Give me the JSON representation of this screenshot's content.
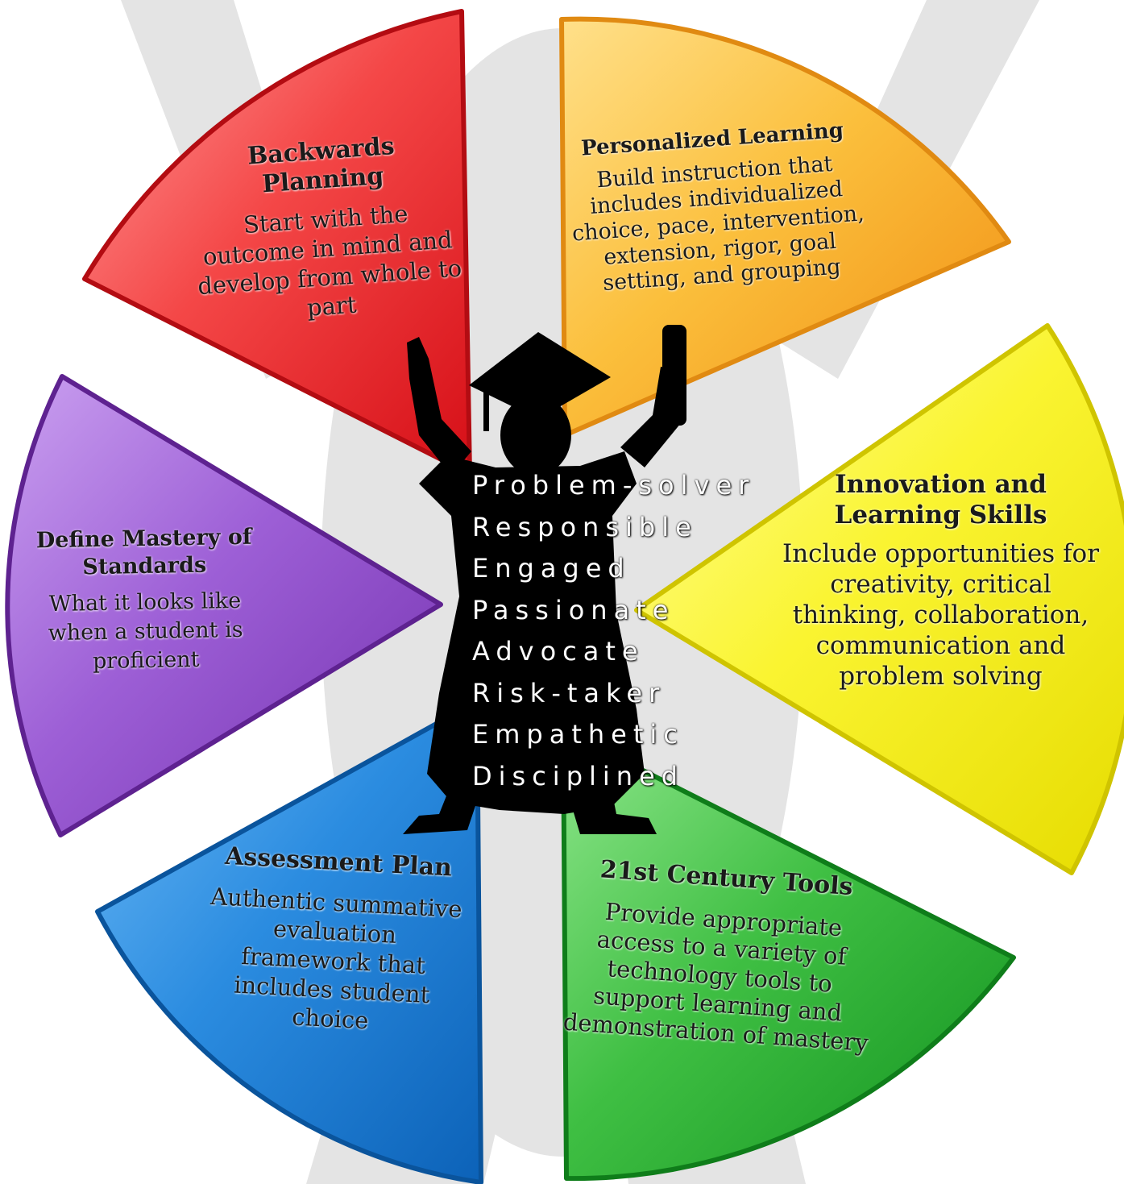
{
  "colors": {
    "red": "#ee1c24",
    "orange": "#f7a21b",
    "yellow": "#f5f000",
    "green": "#1faa2c",
    "blue": "#1377cf",
    "purple": "#8d45c9",
    "silhouette": "#000000",
    "background_figure": "#e3e3e3"
  },
  "segments": [
    {
      "id": "backwards",
      "color": "red",
      "title": "Backwards Planning",
      "body": "Start with the outcome in mind and develop from whole to part"
    },
    {
      "id": "personalized",
      "color": "orange",
      "title": "Personalized Learning",
      "body": "Build instruction that includes individualized choice, pace, intervention, extension, rigor, goal setting, and grouping"
    },
    {
      "id": "innovation",
      "color": "yellow",
      "title": "Innovation and Learning Skills",
      "body": "Include opportunities for creativity, critical thinking, collaboration, communication and problem solving"
    },
    {
      "id": "tools",
      "color": "green",
      "title": "21st Century Tools",
      "body": "Provide appropriate access to a variety of technology tools to support learning and demonstration of mastery"
    },
    {
      "id": "assessment",
      "color": "blue",
      "title": "Assessment Plan",
      "body": "Authentic summative evaluation framework that includes student choice"
    },
    {
      "id": "mastery",
      "color": "purple",
      "title": "Define Mastery of Standards",
      "body": "What it looks like when a student is proficient"
    }
  ],
  "center": {
    "figure": "graduate-silhouette-icon",
    "traits": [
      "Problem-solver",
      "Responsible",
      "Engaged",
      "Passionate",
      "Advocate",
      "Risk-taker",
      "Empathetic",
      "Disciplined"
    ]
  }
}
